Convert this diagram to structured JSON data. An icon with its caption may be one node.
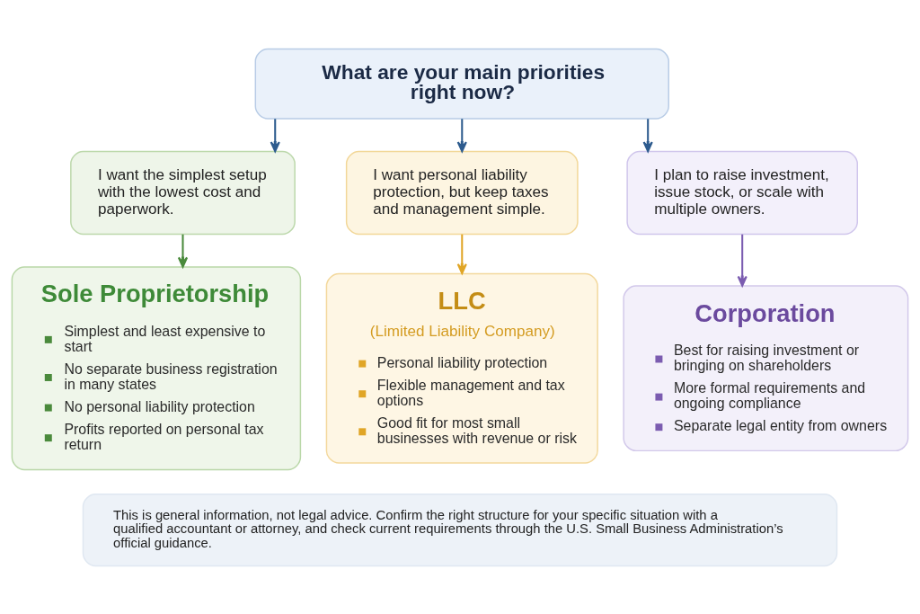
{
  "diagram": {
    "nodes": [
      {
        "text": [
          "What are your main priorities right now?"
        ]
      },
      {
        "text": [
          "I want the simplest setup with the lowest cost and paperwork."
        ]
      },
      {
        "text": [
          "I want personal liability protection, but keep taxes and management simple."
        ]
      },
      {
        "text": [
          "I plan to raise investment, issue stock, or scale with multiple owners."
        ]
      },
      {
        "text": [
          "Sole Proprietorship",
          "Simplest and least expensive to start",
          "No separate business registration in many states",
          "No personal liability protection",
          "Profits reported on personal tax return"
        ]
      },
      {
        "text": [
          "LLC",
          "(Limited Liability Company)",
          "Personal liability protection",
          "Flexible management and tax options",
          "Good fit for most small businesses with revenue or risk"
        ]
      },
      {
        "text": [
          "Corporation",
          "Best for raising investment or bringing on shareholders",
          "More formal requirements and ongoing compliance",
          "Separate legal entity from owners"
        ]
      },
      {
        "text": [
          "This is general information, not legal advice. Confirm the right structure for your specific situation with a qualified accountant or attorney, and check current requirements through the U.S. Small Business Administration’s official guidance."
        ]
      }
    ],
    "edges": [
      {
        "from": 0,
        "to": 1,
        "arrow": "to"
      },
      {
        "from": 0,
        "to": 2,
        "arrow": "to"
      },
      {
        "from": 0,
        "to": 3,
        "arrow": "to"
      },
      {
        "from": 1,
        "to": 4,
        "arrow": "to",
        "color": "#4a8a3c"
      },
      {
        "from": 2,
        "to": 5,
        "arrow": "to",
        "color": "#e0a526"
      },
      {
        "from": 3,
        "to": 6,
        "arrow": "to",
        "color": "#7b5cb0"
      }
    ]
  }
}
